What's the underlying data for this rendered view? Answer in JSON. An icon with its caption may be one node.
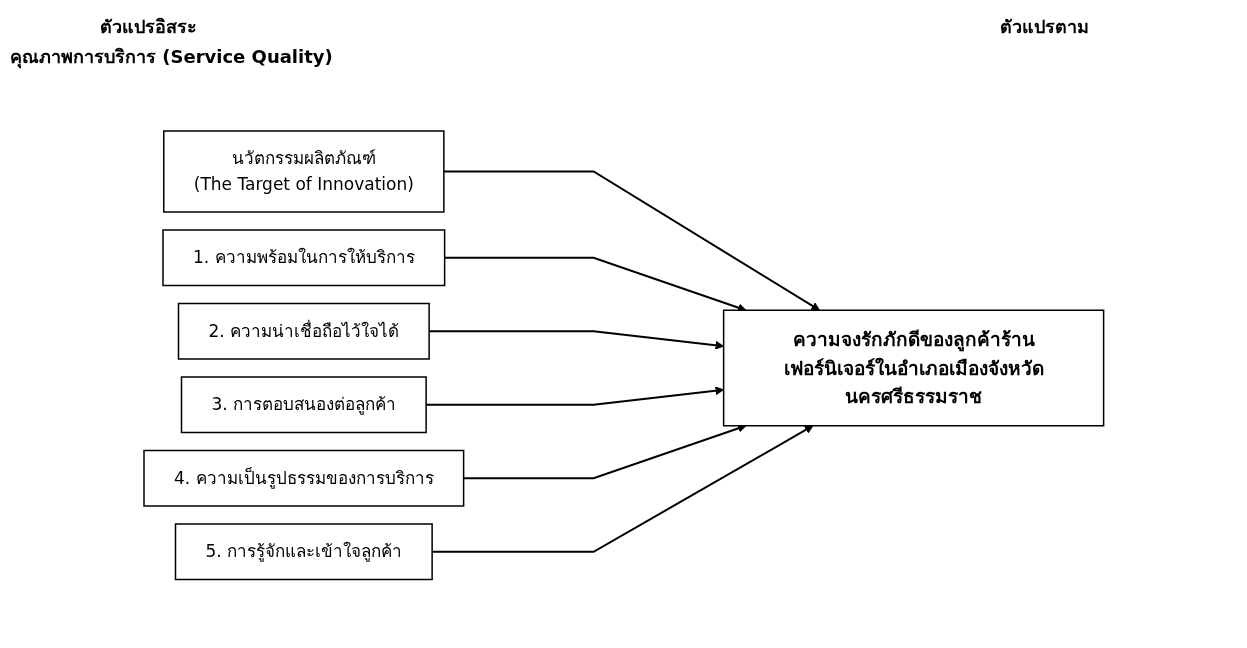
{
  "diagram": {
    "nodes": [
      {
        "text": [
          "นวัตกรรมผลิตภัณฑ์",
          "(The Target of Innovation)"
        ]
      },
      {
        "text": [
          "1. ความพร้อมในการให้บริการ"
        ]
      },
      {
        "text": [
          "2. ความน่าเชื่อถือไว้ใจได้"
        ]
      },
      {
        "text": [
          "3. การตอบสนองต่อลูกค้า"
        ]
      },
      {
        "text": [
          "4. ความเป็นรูปธรรมของการบริการ"
        ]
      },
      {
        "text": [
          "5. การรู้จักและเข้าใจลูกค้า"
        ]
      },
      {
        "text": [
          "ความจงรักภักดีของลูกค้าร้านเฟอร์นิเจอร์ในอำเภอเมืองจังหวัดนครศรีธรรมราช"
        ]
      }
    ],
    "edges": [
      {
        "from": 0,
        "to": 6,
        "arrow": "to"
      },
      {
        "from": 1,
        "to": 6,
        "arrow": "to"
      },
      {
        "from": 2,
        "to": 6,
        "arrow": "to"
      },
      {
        "from": 3,
        "to": 6,
        "arrow": "to"
      },
      {
        "from": 4,
        "to": 6,
        "arrow": "to"
      },
      {
        "from": 5,
        "to": 6,
        "arrow": "to"
      }
    ],
    "labels": [
      "ตัวแปรอิสระ",
      "ตัวแปรตาม",
      "คุณภาพการบริการ (Service Quality)"
    ]
  }
}
